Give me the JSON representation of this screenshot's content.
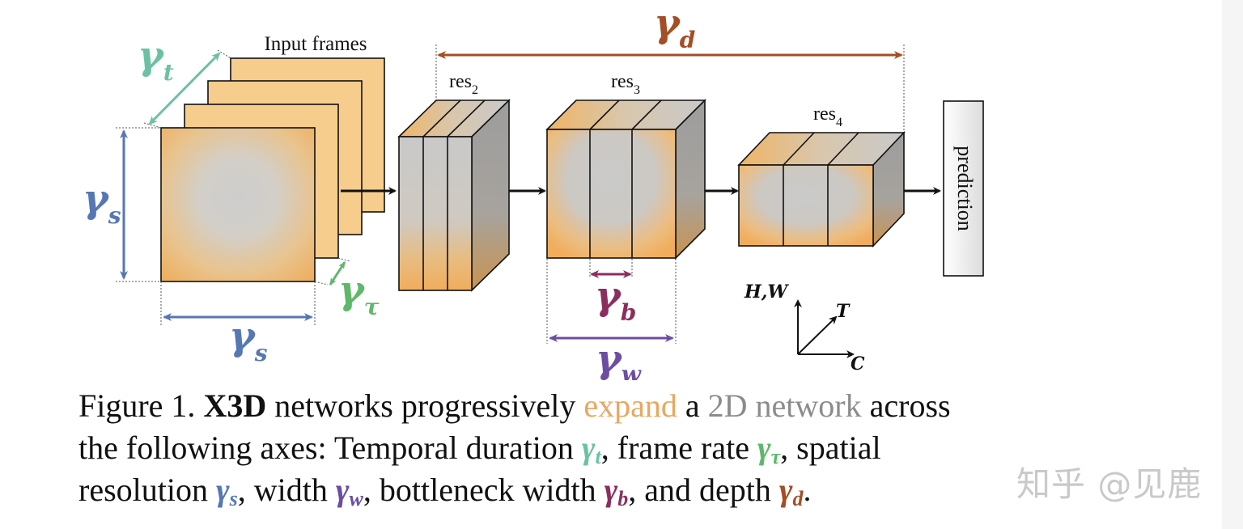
{
  "colors": {
    "temporal": "#6cc1a5",
    "frame_rate": "#5fb86a",
    "spatial": "#5677b3",
    "width": "#6b4ea2",
    "bottleneck": "#8b2e5e",
    "depth": "#a34e24",
    "expand": "#e8a760",
    "network2d": "#8c8c8c",
    "frame_fill": "#f7cd8d",
    "block_gray": "#c8c8c8",
    "block_orange": "#f1b262"
  },
  "labels": {
    "input_frames": "Input frames",
    "res2": {
      "base": "res",
      "sub": "2"
    },
    "res3": {
      "base": "res",
      "sub": "3"
    },
    "res4": {
      "base": "res",
      "sub": "4"
    },
    "prediction": "prediction",
    "axis_hw": "H,W",
    "axis_t": "T",
    "axis_c": "C"
  },
  "greek": {
    "gamma": "γ",
    "t": "t",
    "tau": "τ",
    "s": "s",
    "d": "d",
    "b": "b",
    "w": "w"
  },
  "caption": {
    "prefix": "Figure 1. ",
    "bold": "X3D",
    "part1": " networks progressively ",
    "expand": "expand",
    "part2": " a ",
    "network2d": "2D network",
    "part3": " across",
    "line2a": "the following axes: Temporal duration ",
    "line2b": ", frame rate ",
    "line2c": ", spatial",
    "line3a": "resolution ",
    "line3b": ", width ",
    "line3c": ", bottleneck width ",
    "line3d": ", and depth ",
    "line3e": "."
  },
  "watermark": "知乎 @见鹿"
}
